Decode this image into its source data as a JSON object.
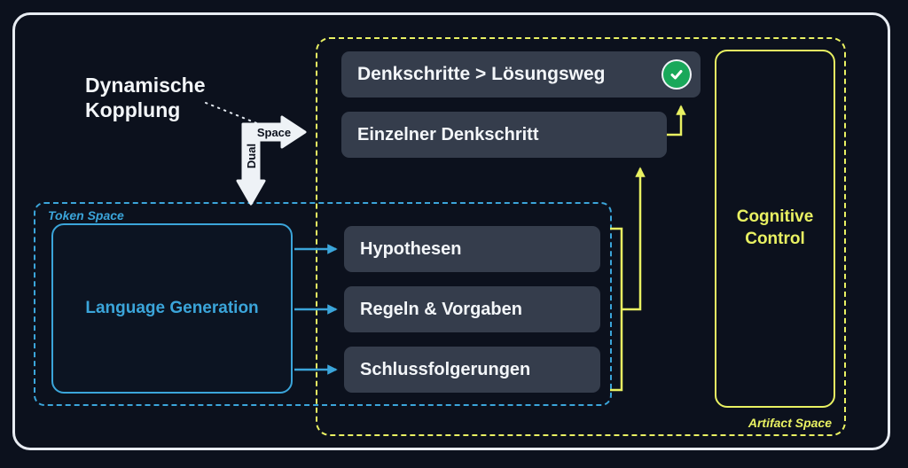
{
  "colors": {
    "background": "#0c111d",
    "panel_border": "#e8ecf2",
    "box_background": "#353d4c",
    "box_text": "#f3f6f9",
    "accent_cyan": "#3ba5da",
    "accent_yellow": "#e9f162",
    "status_green": "#19a85a"
  },
  "annotations": {
    "dynamic_coupling": "Dynamische Kopplung",
    "dual_label": "Dual",
    "space_label": "Space"
  },
  "token_space": {
    "label": "Token Space",
    "generator": "Language Generation"
  },
  "artifact_space": {
    "label": "Artifact Space",
    "control": "Cognitive Control",
    "solution": "Denkschritte > Lösungsweg",
    "single_step": "Einzelner Denkschritt",
    "artifacts": [
      "Hypothesen",
      "Regeln & Vorgaben",
      "Schlussfolgerungen"
    ]
  }
}
